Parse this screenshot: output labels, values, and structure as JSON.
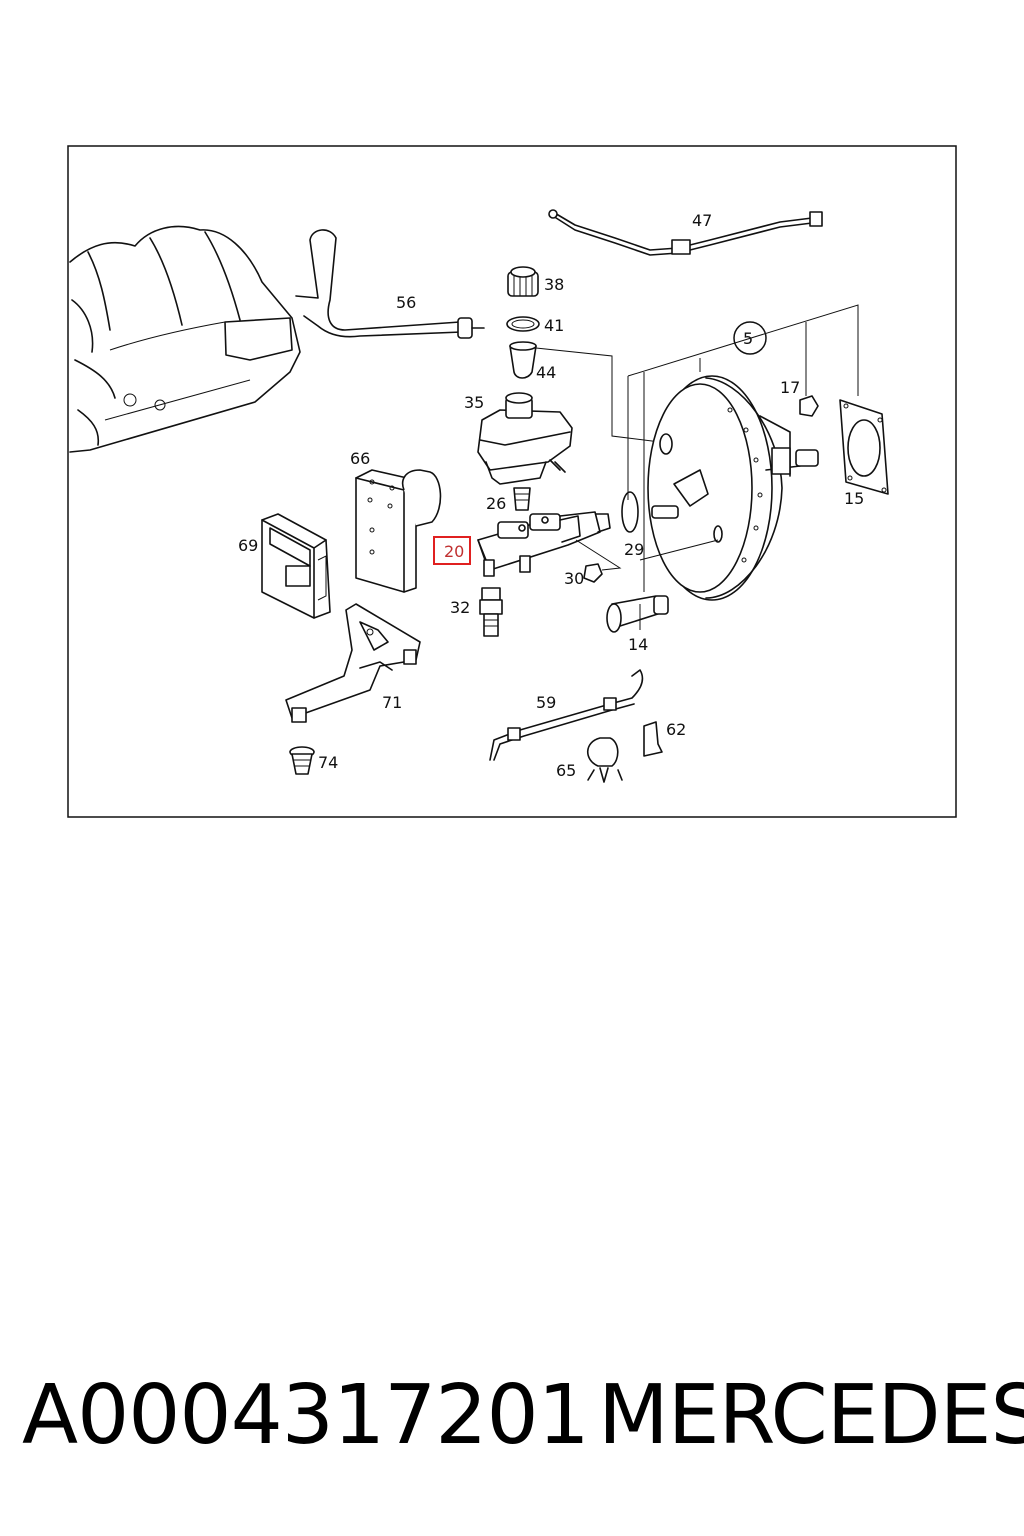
{
  "diagram": {
    "highlighted_part": "20",
    "highlight_color": "#e02020",
    "callouts": [
      "5",
      "14",
      "15",
      "17",
      "20",
      "26",
      "29",
      "30",
      "32",
      "35",
      "38",
      "41",
      "44",
      "47",
      "56",
      "59",
      "62",
      "65",
      "66",
      "69",
      "71",
      "74"
    ]
  },
  "footer": {
    "part_number": "A0004317201",
    "brand": "MERCEDES"
  }
}
